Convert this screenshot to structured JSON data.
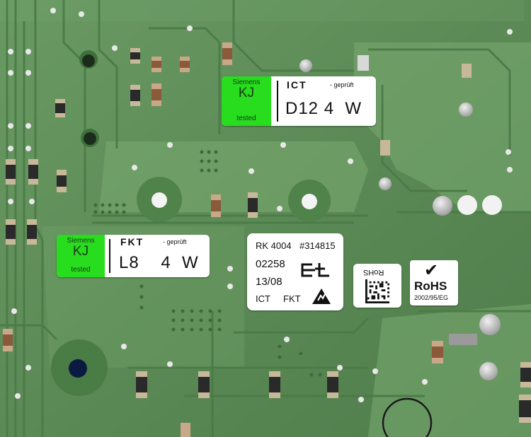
{
  "label_ict": {
    "maker": "Siemens",
    "initials": "KJ",
    "tested": "tested",
    "stage": "ICT",
    "note": "- geprüft",
    "code": "D12 4  W"
  },
  "label_fkt": {
    "maker": "Siemens",
    "initials": "KJ",
    "tested": "tested",
    "stage": "FKT",
    "note": "- geprüft",
    "code": "L8    4  W"
  },
  "label_serial": {
    "rk": "RK 4004",
    "number": "#314815",
    "lot": "02258",
    "date": "13/08",
    "ict": "ICT",
    "fkt": "FKT"
  },
  "label_rohs_small": {
    "text": "RoHS"
  },
  "label_rohs_big": {
    "check": "✔",
    "title": "RoHS",
    "directive": "2002/95/EG"
  },
  "colors": {
    "board": "#5f8c5a",
    "label_green": "#28dc1e",
    "label_white": "#ffffff"
  },
  "icons": [
    "et-logo",
    "esd-warning-icon",
    "datamatrix-code"
  ]
}
